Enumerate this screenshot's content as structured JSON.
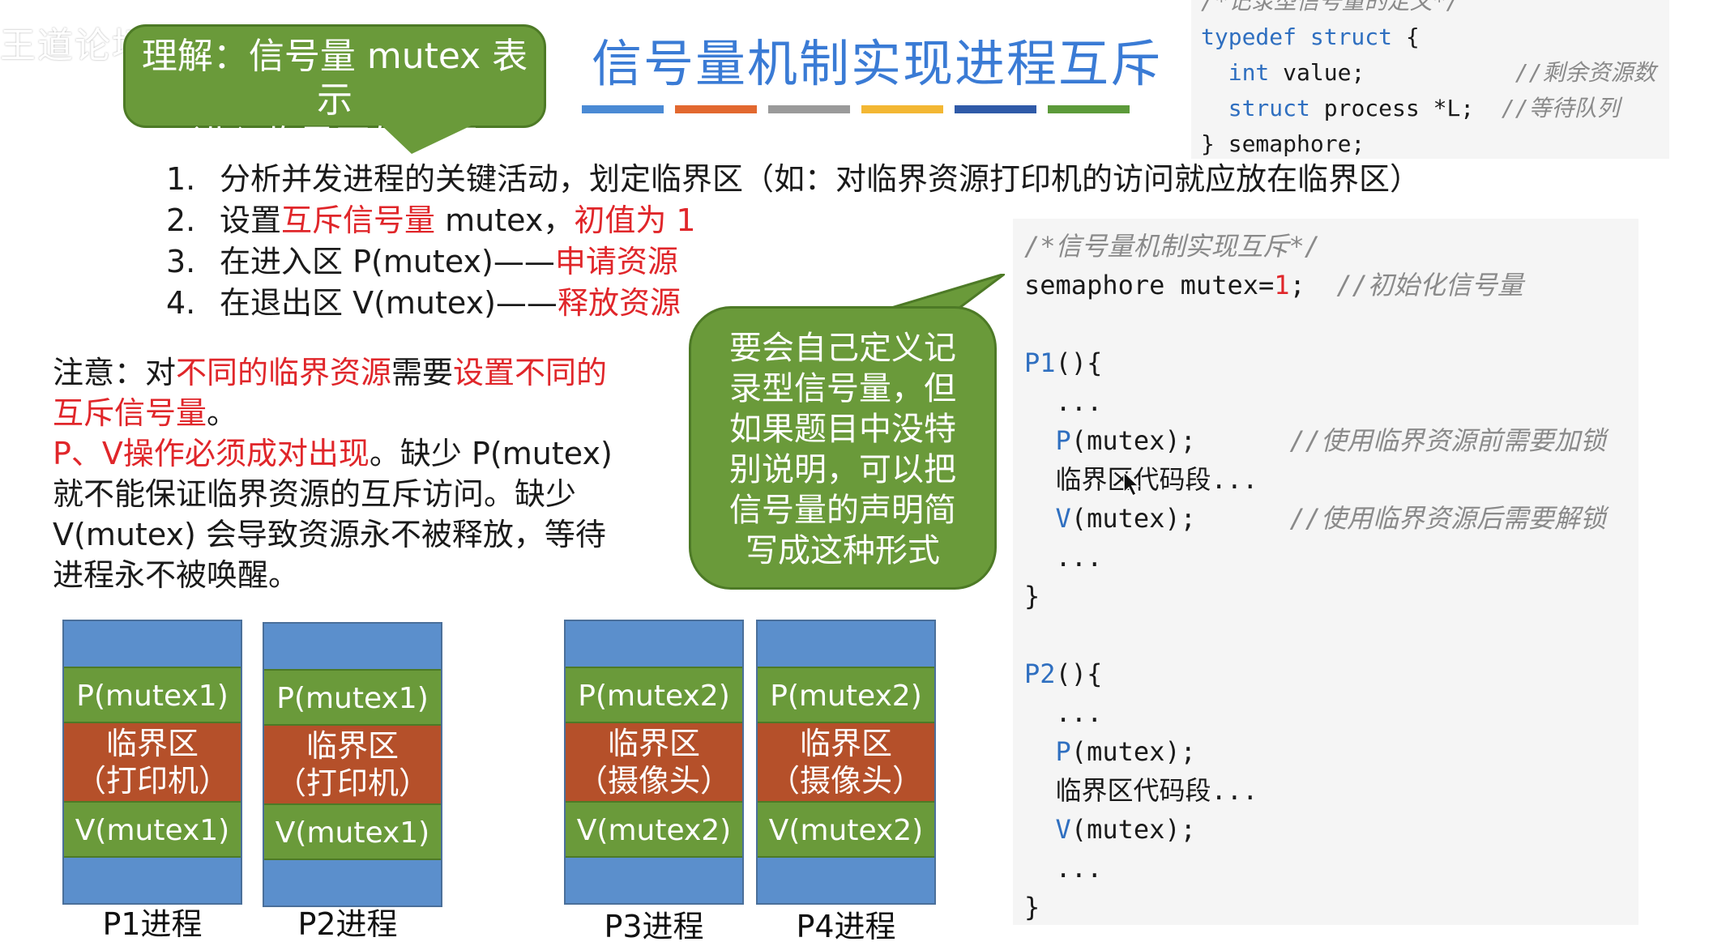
{
  "watermark": "王道论坛 bilibili",
  "title": "信号量机制实现进程互斥",
  "title_bar_colors": [
    "#4a8ad4",
    "#e2682f",
    "#9a9a9a",
    "#f3b733",
    "#2f5aa8",
    "#5c9a3a"
  ],
  "bubble_top": {
    "line1": "理解：信号量 mutex 表示",
    "line2": "“进入临界区的名额”"
  },
  "code_top": {
    "line0": "/*记录型信号量的定义*/",
    "line1_kw": "typedef struct",
    "line1_rest": " {",
    "line2_kw": "int",
    "line2_rest": " value;",
    "line2_cmt": "//剩余资源数",
    "line3_kw": "struct",
    "line3_rest": " process *L;",
    "line3_cmt": "//等待队列",
    "line4": "} semaphore;"
  },
  "steps": [
    {
      "num": "1.",
      "a": "分析并发进程的关键活动，划定临界区（如：对临界资源打印机的访问就应放在临界区）"
    },
    {
      "num": "2.",
      "a": "设置",
      "b": "互斥信号量",
      "c": " mutex，",
      "d": "初值为 1"
    },
    {
      "num": "3.",
      "a": "在进入区 P(mutex)——",
      "b": "申请资源"
    },
    {
      "num": "4.",
      "a": "在退出区 V(mutex)——",
      "b": "释放资源"
    }
  ],
  "notes": {
    "p1": "注意：对",
    "p1_red": "不同的临界资源",
    "p2": "需要",
    "p2_red": "设置不同的互斥信号量",
    "p3": "。",
    "p4_red": "P、V操作必须成对出现",
    "p5": "。缺少 P(mutex) 就不能保证临界资源的互斥访问。缺少 V(mutex) 会导致资源永不被释放，等待进程永不被唤醒。"
  },
  "bubble_mid": "要会自己定义记录型信号量，但如果题目中没特别说明，可以把信号量的声明简写成这种形式",
  "code_main": {
    "c0": "/*信号量机制实现互斥*/",
    "decl": "semaphore mutex=",
    "decl_val": "1",
    "decl_end": ";",
    "decl_cmt": "//初始化信号量",
    "p1_head": "P1",
    "p2_head": "P2",
    "head_rest": "(){",
    "dots": "...",
    "p_call": "P",
    "v_call": "V",
    "call_arg": "(mutex);",
    "crit": "临界区代码段...",
    "p_cmt": "//使用临界资源前需要加锁",
    "v_cmt": "//使用临界资源后需要解锁",
    "close": "}"
  },
  "processes": [
    {
      "p": "P(mutex1)",
      "crit1": "临界区",
      "crit2": "（打印机）",
      "v": "V(mutex1)",
      "label": "P1进程"
    },
    {
      "p": "P(mutex1)",
      "crit1": "临界区",
      "crit2": "（打印机）",
      "v": "V(mutex1)",
      "label": "P2进程"
    },
    {
      "p": "P(mutex2)",
      "crit1": "临界区",
      "crit2": "（摄像头）",
      "v": "V(mutex2)",
      "label": "P3进程"
    },
    {
      "p": "P(mutex2)",
      "crit1": "临界区",
      "crit2": "（摄像头）",
      "v": "V(mutex2)",
      "label": "P4进程"
    }
  ]
}
